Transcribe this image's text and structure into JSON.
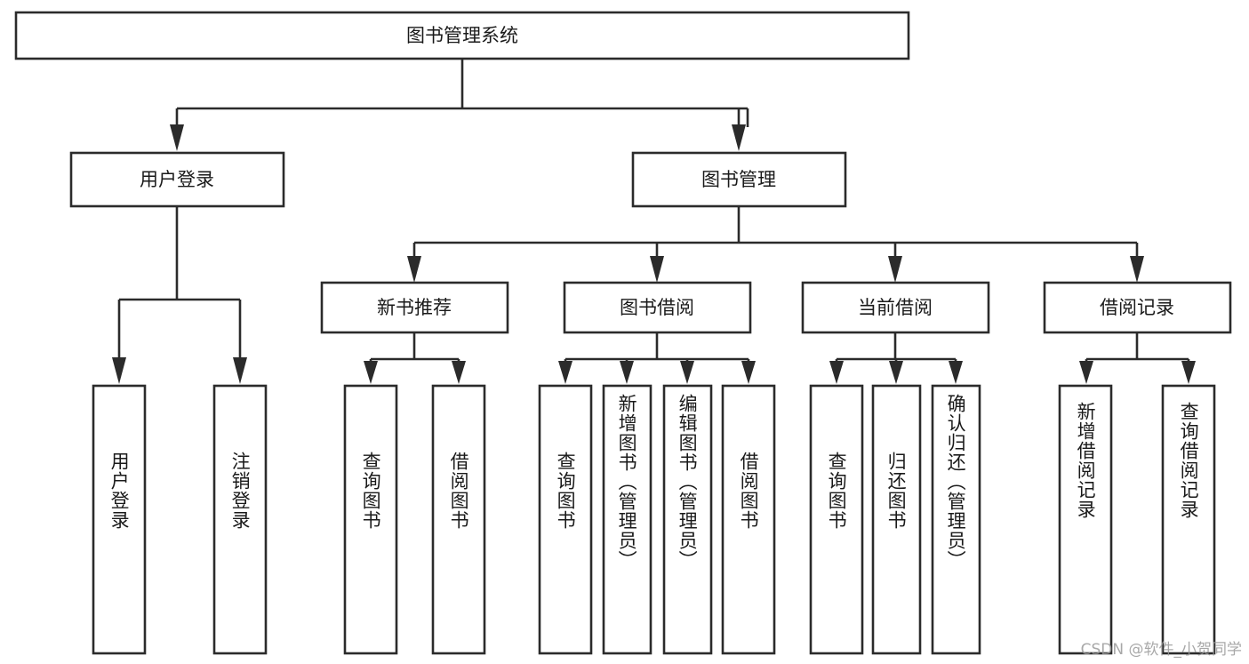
{
  "diagram": {
    "type": "tree-hierarchy",
    "title": "图书管理系统",
    "watermark": "CSDN @软件_小贺同学",
    "colors": {
      "box_stroke": "#2b2b2b",
      "box_fill": "#ffffff",
      "connector": "#2b2b2b",
      "text": "#1a1a1a",
      "background": "#ffffff",
      "watermark": "#9a9a9a"
    },
    "levels": {
      "root": {
        "label": "图书管理系统"
      },
      "level2": [
        {
          "label": "用户登录"
        },
        {
          "label": "图书管理"
        }
      ],
      "level3": [
        {
          "label": "新书推荐"
        },
        {
          "label": "图书借阅"
        },
        {
          "label": "当前借阅"
        },
        {
          "label": "借阅记录"
        }
      ],
      "leaves": {
        "user_login": [
          {
            "label": "用户登录"
          },
          {
            "label": "注销登录"
          }
        ],
        "new_book_recommend": [
          {
            "label": "查询图书"
          },
          {
            "label": "借阅图书"
          }
        ],
        "book_borrow": [
          {
            "label": "查询图书"
          },
          {
            "label": "新增图书（管理员）"
          },
          {
            "label": "编辑图书（管理员）"
          },
          {
            "label": "借阅图书"
          }
        ],
        "current_borrow": [
          {
            "label": "查询图书"
          },
          {
            "label": "归还图书"
          },
          {
            "label": "确认归还（管理员）"
          }
        ],
        "borrow_record": [
          {
            "label": "新增借阅记录"
          },
          {
            "label": "查询借阅记录"
          }
        ]
      }
    }
  }
}
